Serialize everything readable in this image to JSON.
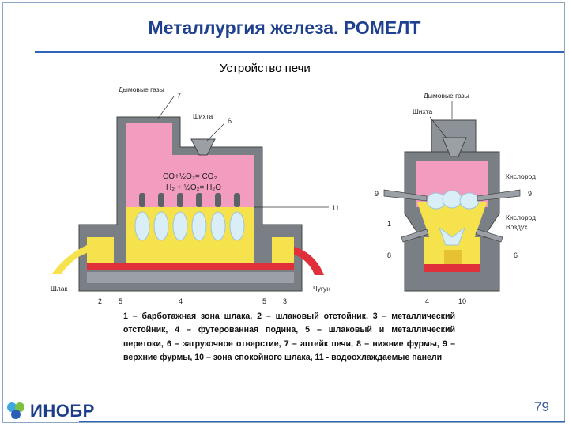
{
  "slide": {
    "title": "Металлургия железа. РОМЕЛТ",
    "subtitle": "Устройство печи",
    "page_number": "79",
    "logo_text": "ИНОБР"
  },
  "left_furnace": {
    "flue_gas_label": "Дымовые газы",
    "flue_gas_num": "7",
    "charge_label": "Шихта",
    "charge_num": "6",
    "reaction1": "CO+½O₂= CO₂",
    "reaction2": "H₂ + ½O₂= H₂O",
    "panel_num": "11",
    "slag_label": "Шлак",
    "iron_label": "Чугун",
    "bottom_nums": [
      "2",
      "5",
      "4",
      "5",
      "3"
    ]
  },
  "right_furnace": {
    "flue_gas_label": "Дымовые газы",
    "charge_label": "Шихта",
    "oxygen_label": "Кислород",
    "oxygen_air_label_1": "Кислород",
    "oxygen_air_label_2": "Воздух",
    "nums": {
      "upper_left": "9",
      "upper_right": "9",
      "mid_left": "1",
      "lower_left": "8",
      "lower_right": "6",
      "bottom_left": "4",
      "bottom_right": "10"
    }
  },
  "caption": "1 – барботажная зона шлака, 2 – шлаковый отстойник, 3 – металлический отстойник, 4 – футерованная подина, 5 – шлаковый и металлический перетоки, 6 – загрузочное отверстие, 7 – аптейк печи, 8 – нижние фурмы, 9 – верхние фурмы, 10 – зона спокойного шлака, 11 - водоохлаждаемые панели",
  "colors": {
    "title": "#1f3f8f",
    "wall": "#7a7f86",
    "gas": "#f29cc0",
    "slag": "#f6e24c",
    "iron": "#e0303a",
    "rule": "#2e64b5"
  }
}
